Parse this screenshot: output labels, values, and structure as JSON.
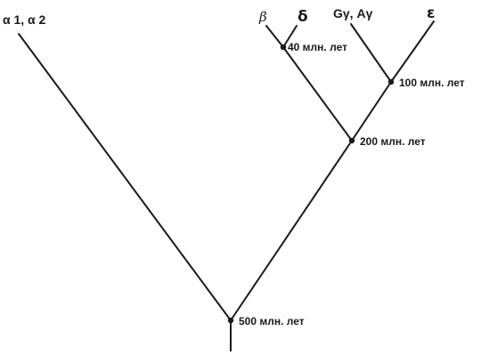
{
  "tree": {
    "leaves": {
      "alpha": "α 1, α 2",
      "beta": "β",
      "delta": "δ",
      "gamma": "Gγ, Aγ",
      "epsilon": "ε"
    },
    "divergence_times": {
      "root": "500 млн. лет",
      "node_200": "200 млн. лет",
      "node_100": "100 млн. лет",
      "node_40": "40 млн. лет"
    }
  }
}
